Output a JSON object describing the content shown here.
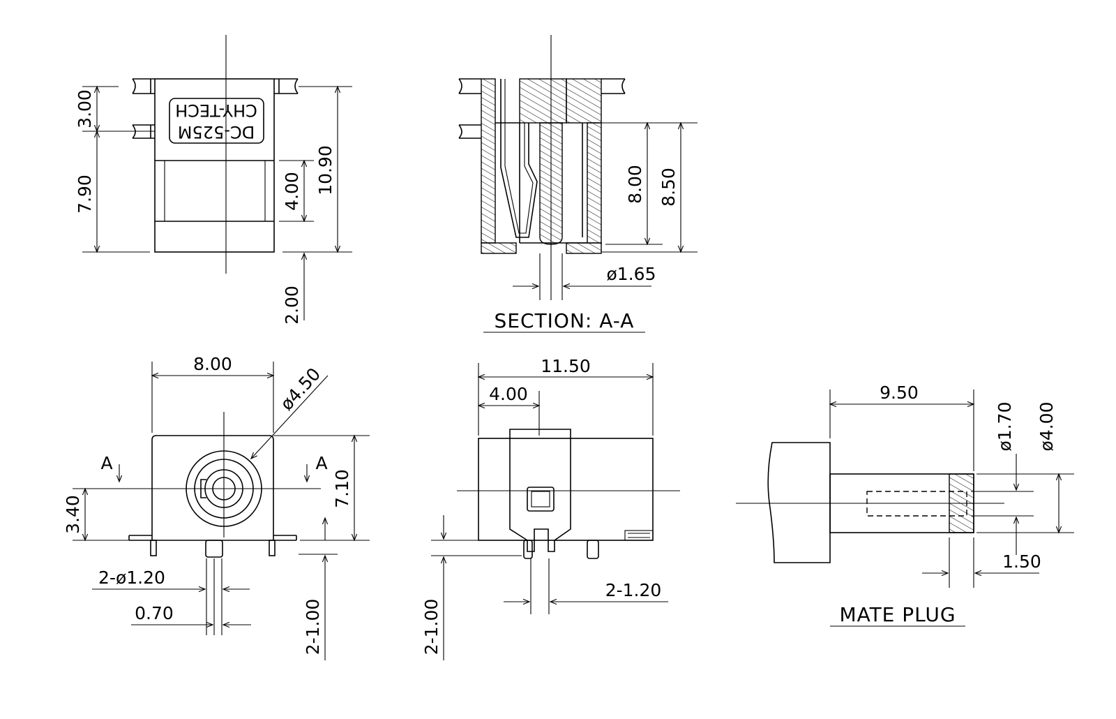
{
  "part_marking": {
    "brand": "CHY-TECH",
    "model": "DC-525M"
  },
  "section_title": "SECTION: A-A",
  "mate_plug_title": "MATE PLUG",
  "section_markers": {
    "left": "A",
    "right": "A"
  },
  "dimensions": {
    "top_view": {
      "d_3_00": "3.00",
      "d_7_90": "7.90",
      "d_4_00": "4.00",
      "d_10_90": "10.90",
      "d_2_00": "2.00"
    },
    "section_view": {
      "d_8_00": "8.00",
      "d_8_50": "8.50",
      "d_pin_dia": "ø1.65"
    },
    "front_view": {
      "d_8_00": "8.00",
      "d_hole_dia": "ø4.50",
      "d_7_10": "7.10",
      "d_3_40": "3.40",
      "d_pin_dia": "2-ø1.20",
      "d_0_70": "0.70",
      "d_pin_len": "2-1.00"
    },
    "side_view": {
      "d_11_50": "11.50",
      "d_4_00": "4.00",
      "d_pin_width": "2-1.20",
      "d_pin_len": "2-1.00"
    },
    "mate_plug": {
      "d_9_50": "9.50",
      "d_inner_dia": "ø1.70",
      "d_outer_dia": "ø4.00",
      "d_1_50": "1.50"
    }
  }
}
